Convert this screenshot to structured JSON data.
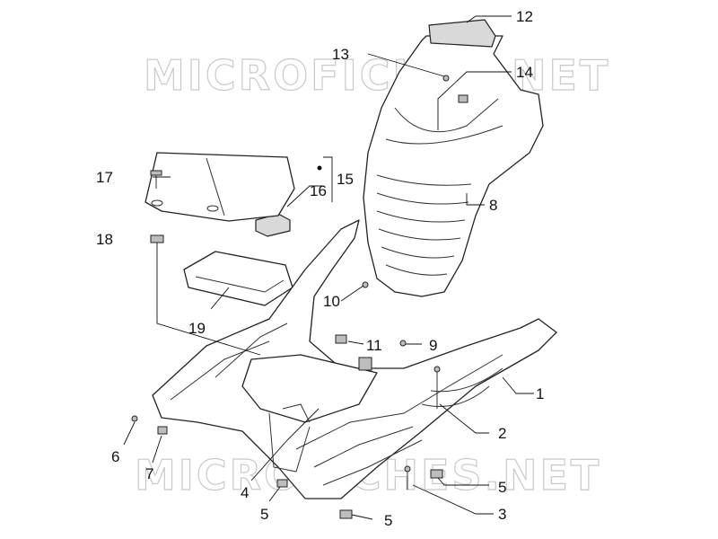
{
  "watermark": {
    "top_text": "MICROFICHES.NET",
    "bottom_text": "MICROFICHES.NET"
  },
  "callouts": {
    "c1": "1",
    "c2": "2",
    "c3": "3",
    "c4": "4",
    "c5a": "5",
    "c5b": "5",
    "c5c": "5",
    "c6": "6",
    "c7": "7",
    "c8": "8",
    "c9": "9",
    "c10": "10",
    "c11": "11",
    "c12": "12",
    "c13": "13",
    "c14": "14",
    "c15": "15",
    "c16": "16",
    "c17": "17",
    "c18": "18",
    "c19": "19"
  }
}
